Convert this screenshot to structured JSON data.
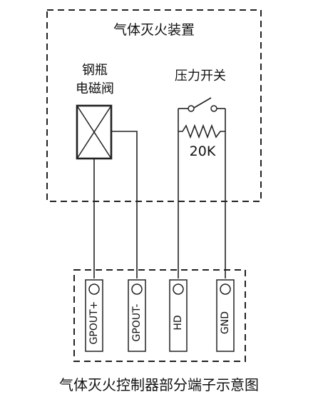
{
  "device": {
    "title": "气体灭火装置",
    "valve_label_line1": "钢瓶",
    "valve_label_line2": "电磁阀",
    "switch_label": "压力开关",
    "resistor_value": "20K"
  },
  "terminals": [
    {
      "label": "GPOUT+"
    },
    {
      "label": "GPOUT-"
    },
    {
      "label": "HD"
    },
    {
      "label": "GND"
    }
  ],
  "caption": "气体灭火控制器部分端子示意图"
}
